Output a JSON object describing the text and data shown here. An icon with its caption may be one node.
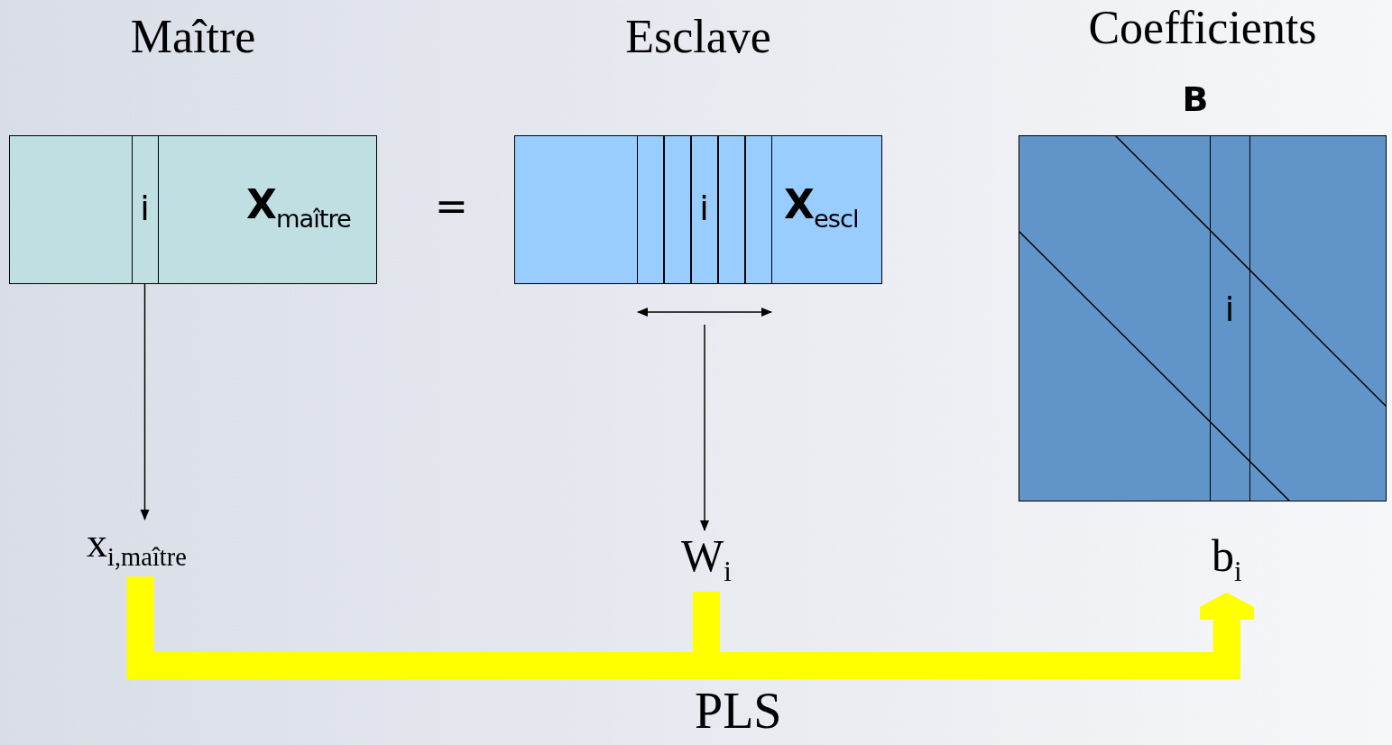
{
  "diagram": {
    "nodes": [
      {
        "text": [
          "Maître",
          "**X**$_{maître}$"
        ]
      },
      {
        "text": [
          "i"
        ],
        "in": 0
      },
      {
        "text": [
          "Esclave",
          "**X**$_{escl}$"
        ]
      },
      {
        "text": [],
        "shape": "box",
        "in": 2
      },
      {
        "text": [],
        "shape": "box",
        "in": 2
      },
      {
        "text": [
          "i"
        ],
        "in": 2
      },
      {
        "text": [],
        "shape": "box",
        "in": 2
      },
      {
        "text": [],
        "shape": "box",
        "in": 2
      },
      {
        "text": [
          "Coefficients",
          "B"
        ]
      },
      {
        "text": [
          "i"
        ],
        "in": 8
      },
      {
        "text": [
          "x$_{i,maître}$"
        ]
      },
      {
        "text": [
          "W$_{i}$"
        ]
      },
      {
        "text": [
          "b$_{i}$"
        ]
      }
    ],
    "edges": [
      {
        "from": 1,
        "to": 10,
        "arrow": "to"
      },
      {
        "from": null,
        "to": 11,
        "arrow": "to"
      },
      {
        "from": 10,
        "to": 12,
        "arrow": "to",
        "style": "thick",
        "color": "#ffff00"
      },
      {
        "from": 11,
        "to": 12,
        "arrow": "to",
        "style": "thick",
        "color": "#ffff00"
      }
    ],
    "labels": [
      "=",
      "PLS"
    ]
  }
}
